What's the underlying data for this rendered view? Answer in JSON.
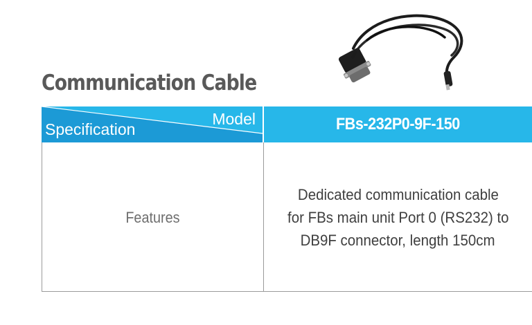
{
  "title": "Communication Cable",
  "table": {
    "header": {
      "corner_top_label": "Model",
      "corner_bottom_label": "Specification",
      "model_value": "FBs-232P0-9F-150"
    },
    "rows": [
      {
        "label": "Features",
        "value_lines": [
          "Dedicated communication cable",
          "for FBs main unit Port 0 (RS232) to",
          "DB9F connector, length 150cm"
        ]
      }
    ]
  },
  "colors": {
    "header_blue": "#27b7e9",
    "header_blue_dark": "#1a9fd8",
    "title_gray": "#595959",
    "border_gray": "#9a9a9a"
  }
}
